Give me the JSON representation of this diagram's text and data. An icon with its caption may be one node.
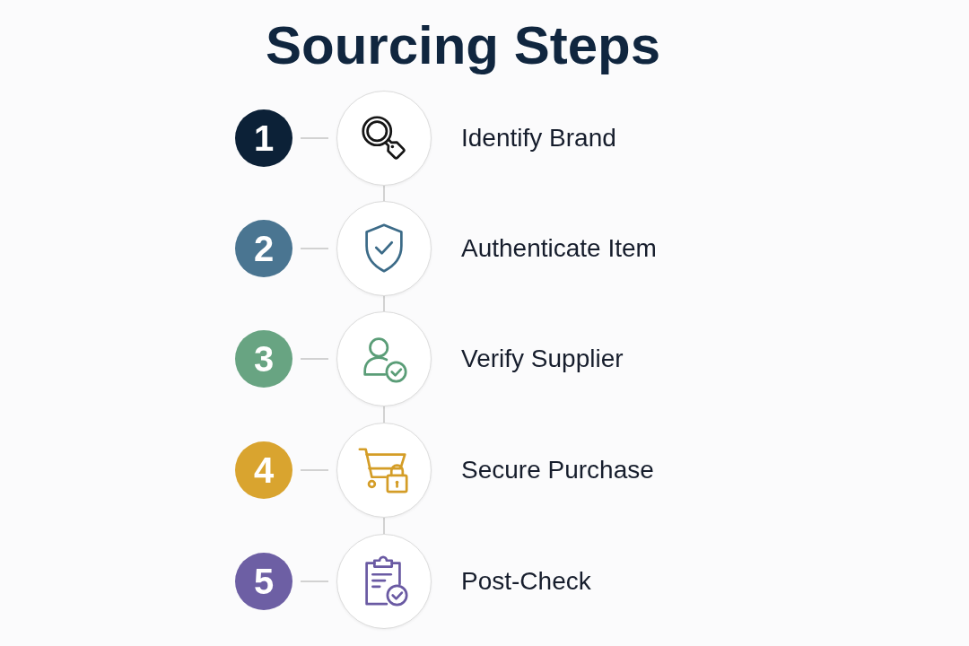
{
  "diagram": {
    "title": "Sourcing Steps",
    "nodes": [
      {
        "text": [
          "1"
        ]
      },
      {
        "text": [],
        "shape": "circle",
        "beside": [
          "Identify Brand"
        ]
      },
      {
        "text": [
          "2"
        ]
      },
      {
        "text": [],
        "shape": "circle",
        "beside": [
          "Authenticate Item"
        ]
      },
      {
        "text": [
          "3"
        ]
      },
      {
        "text": [],
        "shape": "circle",
        "beside": [
          "Verify Supplier"
        ]
      },
      {
        "text": [
          "4"
        ]
      },
      {
        "text": [],
        "shape": "circle",
        "beside": [
          "Secure Purchase"
        ]
      },
      {
        "text": [
          "5"
        ]
      },
      {
        "text": [],
        "shape": "circle",
        "beside": [
          "Post-Check"
        ]
      }
    ],
    "edges": [
      {
        "from": 0,
        "to": 1,
        "arrow": "none"
      },
      {
        "from": 1,
        "to": 3,
        "arrow": "none"
      },
      {
        "from": 2,
        "to": 3,
        "arrow": "none"
      },
      {
        "from": 3,
        "to": 5,
        "arrow": "none"
      },
      {
        "from": 4,
        "to": 5,
        "arrow": "none"
      },
      {
        "from": 5,
        "to": 7,
        "arrow": "none"
      },
      {
        "from": 6,
        "to": 7,
        "arrow": "none"
      },
      {
        "from": 7,
        "to": 9,
        "arrow": "none"
      },
      {
        "from": 8,
        "to": 9,
        "arrow": "none"
      }
    ]
  }
}
